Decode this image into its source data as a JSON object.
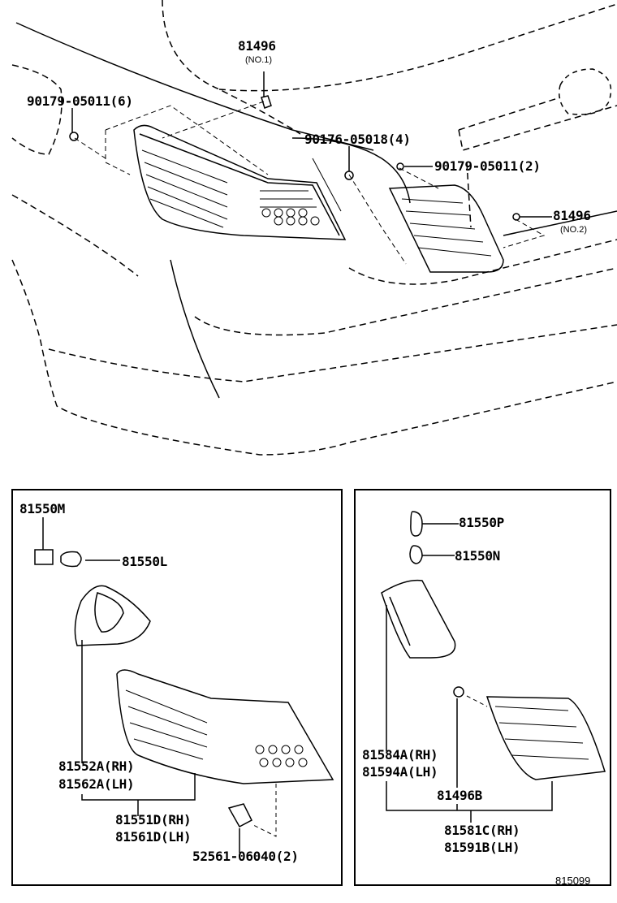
{
  "diagram": {
    "main_view": {
      "callouts": [
        {
          "part": "81496",
          "note": "(NO.1)"
        },
        {
          "part": "90179-05011(6)"
        },
        {
          "part": "90176-05018(4)"
        },
        {
          "part": "90179-05011(2)"
        },
        {
          "part": "81496",
          "note": "(NO.2)"
        }
      ]
    },
    "left_panel": {
      "socket": "81550M",
      "bulb": "81550L",
      "gasket_rh": "81552A(RH)",
      "gasket_lh": "81562A(LH)",
      "lamp_rh": "81551D(RH)",
      "lamp_lh": "81561D(LH)",
      "clip": "52561-06040(2)"
    },
    "right_panel": {
      "socket": "81550P",
      "bulb": "81550N",
      "gasket_rh": "81584A(RH)",
      "gasket_lh": "81594A(LH)",
      "nut": "81496B",
      "lamp_rh": "81581C(RH)",
      "lamp_lh": "81591B(LH)"
    },
    "figure_code": "815099"
  }
}
